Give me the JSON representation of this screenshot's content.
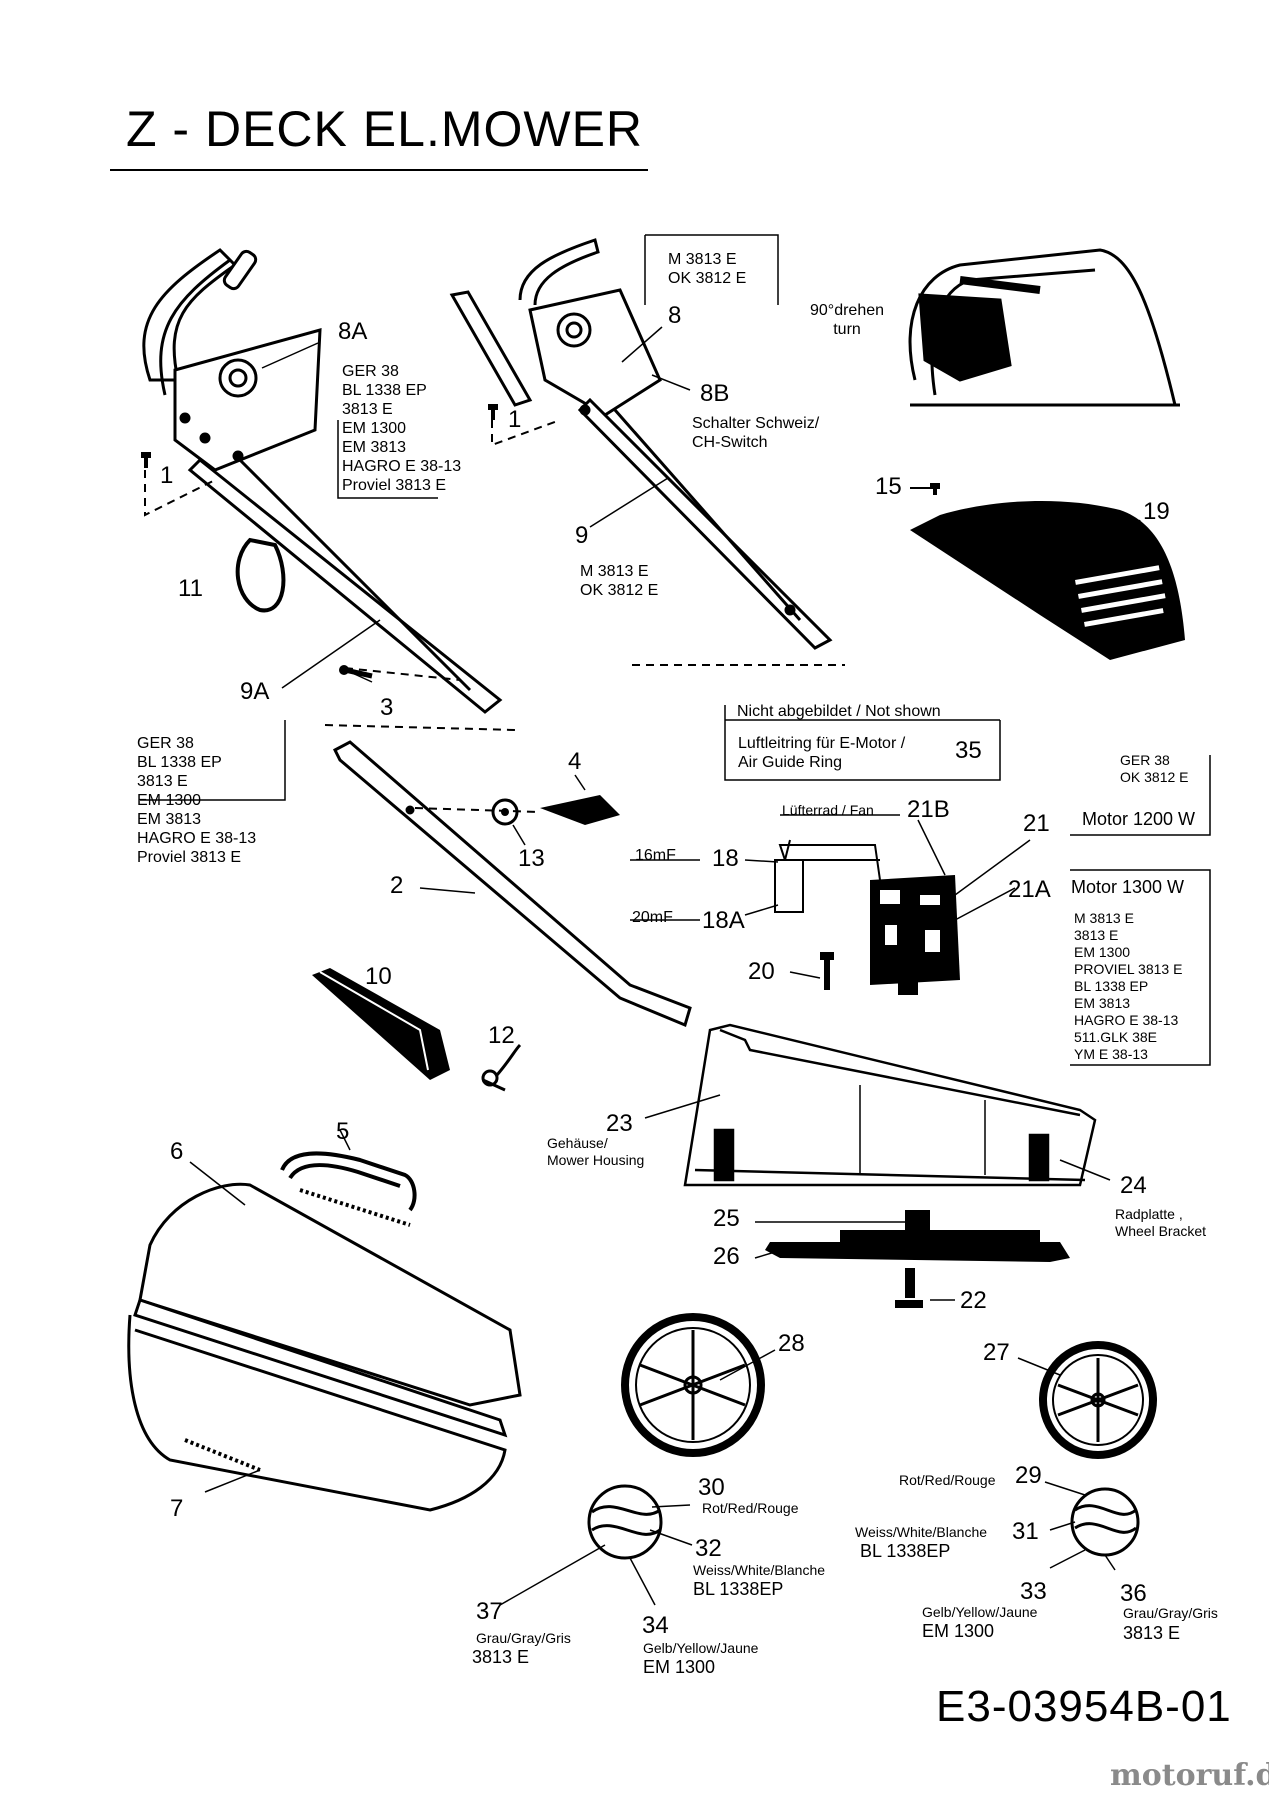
{
  "title": "Z - DECK EL.MOWER",
  "document_id": "E3-03954B-01",
  "watermark": "motoruf.de",
  "handle_models_8A": [
    "GER 38",
    "BL 1338 EP",
    "3813 E",
    "EM 1300",
    "EM 3813",
    "HAGRO E 38-13",
    "Proviel 3813 E"
  ],
  "handle_models_9A": [
    "GER 38",
    "BL 1338 EP",
    "3813 E",
    "EM 1300",
    "EM 3813",
    "HAGRO E 38-13",
    "Proviel 3813 E"
  ],
  "models_8": [
    "M 3813 E",
    "OK 3812 E"
  ],
  "models_9": [
    "M 3813 E",
    "OK 3812 E"
  ],
  "switch_note": [
    "Schalter Schweiz/",
    "CH-Switch"
  ],
  "rotate_note": [
    "90°drehen",
    "turn"
  ],
  "not_shown_header": "Nicht abgebildet / Not shown",
  "air_guide": {
    "label": [
      "Luftleitring für E-Motor /",
      "Air Guide Ring"
    ],
    "num": "35"
  },
  "motor_1200": {
    "models": [
      "GER 38",
      "OK 3812 E"
    ],
    "label": "Motor 1200 W"
  },
  "motor_1300": {
    "label": "Motor 1300 W",
    "models": [
      "M 3813 E",
      "3813 E",
      "EM 1300",
      "PROVIEL 3813 E",
      "BL 1338 EP",
      "EM 3813",
      "HAGRO E 38-13",
      "511.GLK 38E",
      "YM E 38-13"
    ]
  },
  "fan_label": "Lüfterrad / Fan",
  "cap_16": "16mF",
  "cap_20": "20mF",
  "housing_label": [
    "Gehäuse/",
    "Mower Housing"
  ],
  "bracket_label": [
    "Radplatte ,",
    "Wheel Bracket"
  ],
  "caps": {
    "c30": "Rot/Red/Rouge",
    "c32": [
      "Weiss/White/Blanche",
      "BL 1338EP"
    ],
    "c37": [
      "Grau/Gray/Gris",
      "3813 E"
    ],
    "c34": [
      "Gelb/Yellow/Jaune",
      "EM 1300"
    ],
    "c29": "Rot/Red/Rouge",
    "c31": [
      "Weiss/White/Blanche",
      "BL 1338EP"
    ],
    "c33": [
      "Gelb/Yellow/Jaune",
      "EM 1300"
    ],
    "c36": [
      "Grau/Gray/Gris",
      "3813 E"
    ]
  },
  "callouts": {
    "n8A": "8A",
    "n8": "8",
    "n8B": "8B",
    "n1a": "1",
    "n1b": "1",
    "n11": "11",
    "n9A": "9A",
    "n3": "3",
    "n9": "9",
    "n15": "15",
    "n19": "19",
    "n4": "4",
    "n13": "13",
    "n2": "2",
    "n21B": "21B",
    "n21": "21",
    "n21A": "21A",
    "n18": "18",
    "n18A": "18A",
    "n20": "20",
    "n10": "10",
    "n12": "12",
    "n5": "5",
    "n6": "6",
    "n23": "23",
    "n24": "24",
    "n25": "25",
    "n26": "26",
    "n22": "22",
    "n7": "7",
    "n28": "28",
    "n27": "27",
    "n30": "30",
    "n32": "32",
    "n37": "37",
    "n34": "34",
    "n29": "29",
    "n31": "31",
    "n33": "33",
    "n36": "36"
  }
}
